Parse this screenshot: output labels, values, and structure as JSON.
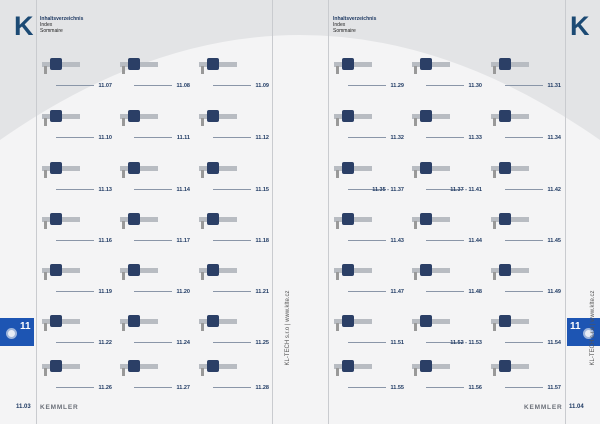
{
  "header": {
    "title": "Inhaltsverzeichnis",
    "subtitle_en": "Index",
    "subtitle_fr": "Sommaire"
  },
  "logo": "K",
  "side_text": "KL-TECH s.r.o | www.klte.cz",
  "section_tab": "11",
  "brand": "KEMMLER",
  "left_page": {
    "page_number": "11.03",
    "items": [
      "11.07",
      "11.08",
      "11.09",
      "11.10",
      "11.11",
      "11.12",
      "11.13",
      "11.14",
      "11.15",
      "11.16",
      "11.17",
      "11.18",
      "11.19",
      "11.20",
      "11.21",
      "11.22",
      "11.24",
      "11.25",
      "11.26",
      "11.27",
      "11.28"
    ]
  },
  "right_page": {
    "page_number": "11.04",
    "items": [
      "11.29",
      "11.30",
      "11.31",
      "11.32",
      "11.33",
      "11.34",
      "11.35 - 11.37",
      "11.37 - 11.41",
      "11.42",
      "11.43",
      "11.44",
      "11.45",
      "11.47",
      "11.48",
      "11.49",
      "11.51",
      "11.52 - 11.53",
      "11.54",
      "11.55",
      "11.56",
      "11.57"
    ]
  }
}
